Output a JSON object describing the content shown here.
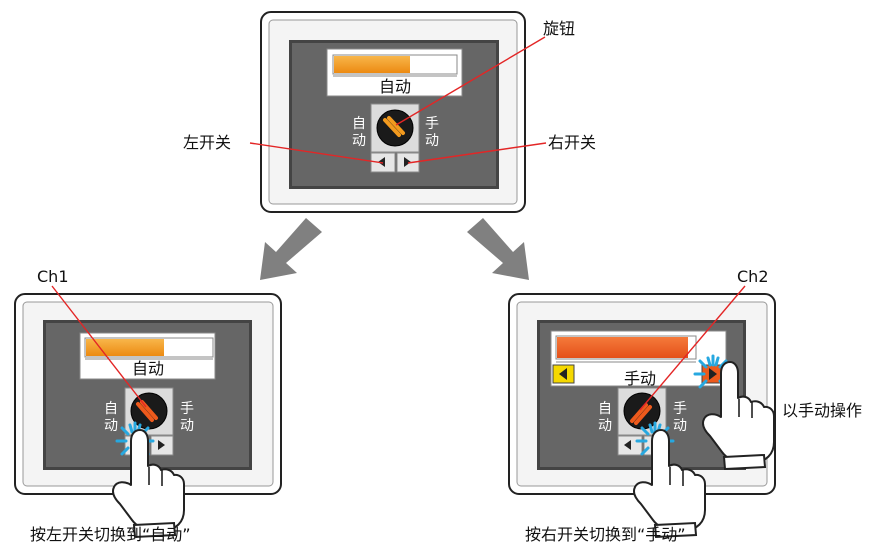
{
  "labels": {
    "knob": "旋钮",
    "left_switch": "左开关",
    "right_switch": "右开关",
    "ch1": "Ch1",
    "ch2": "Ch2",
    "manual_op": "以手动操作",
    "caption_left": "按左开关切换到“自动”",
    "caption_right": "按右开关切换到“手动”"
  },
  "panel_top": {
    "mode_text": "自动",
    "auto_label": [
      "自",
      "动"
    ],
    "manual_label": [
      "手",
      "动"
    ],
    "level": 0.62
  },
  "panel_left": {
    "mode_text": "自动",
    "auto_label": [
      "自",
      "动"
    ],
    "manual_label": [
      "手",
      "动"
    ],
    "level": 0.62
  },
  "panel_right": {
    "mode_text": "手动",
    "auto_label": [
      "自",
      "动"
    ],
    "manual_label": [
      "手",
      "动"
    ],
    "level": 0.95
  },
  "colors": {
    "bar_orange": "#f39a1e",
    "active_orange": "#ee5a1c",
    "knob_body": "#1a1a1a",
    "panel_gray": "#666666",
    "arrow_gray": "#808080",
    "indicator_yellow": "#f5d800"
  },
  "icons": [
    "left-arrow-icon",
    "right-arrow-icon",
    "pointing-hand-icon",
    "tap-burst-icon"
  ]
}
